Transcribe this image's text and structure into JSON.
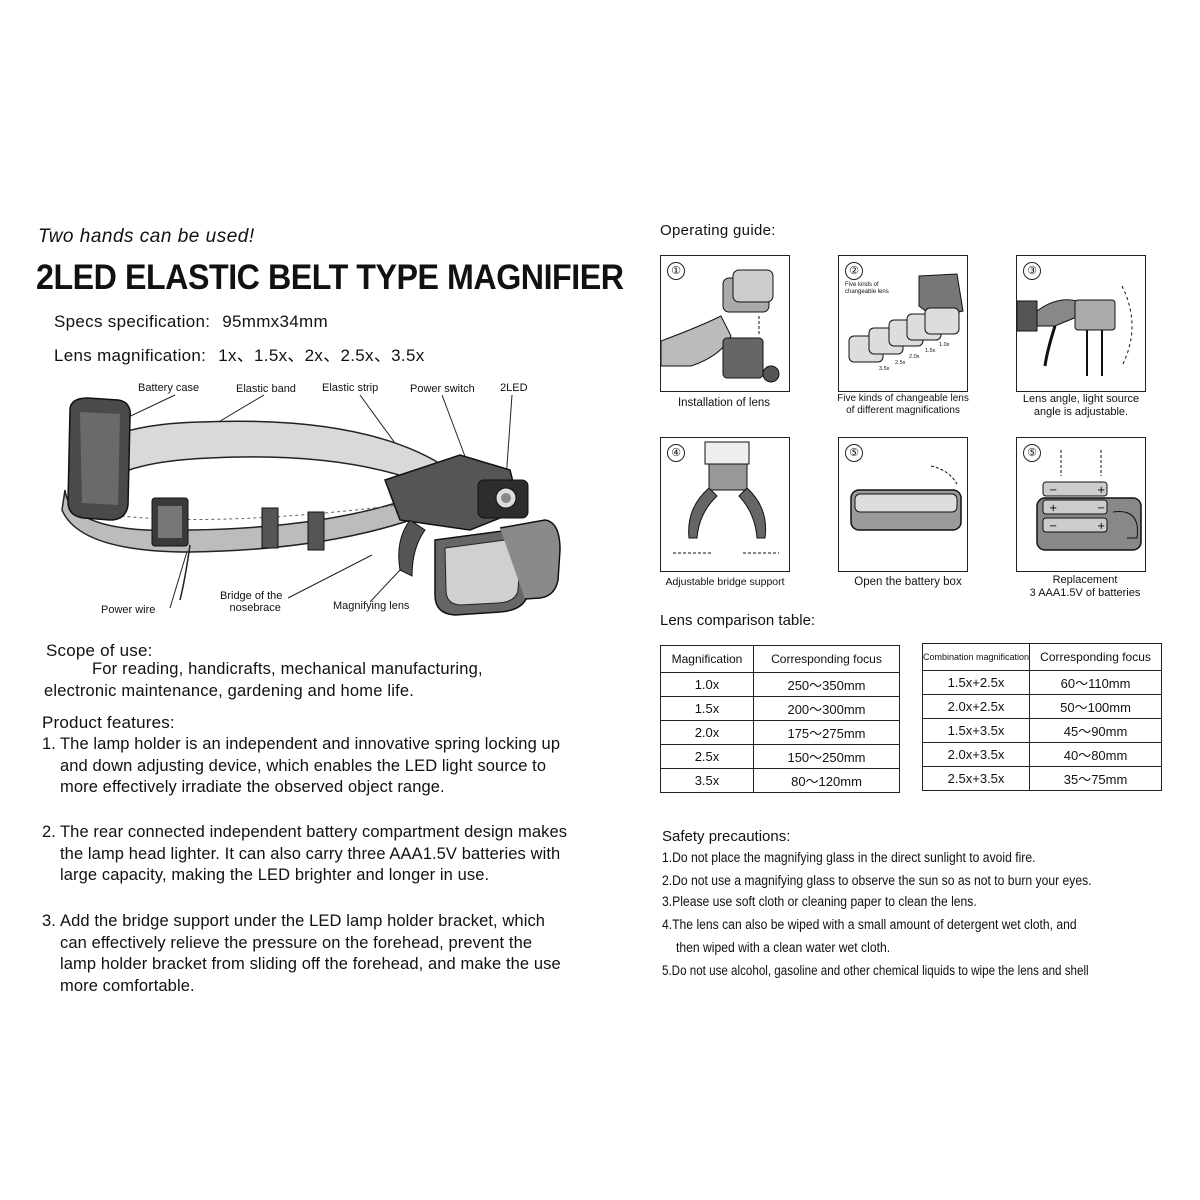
{
  "left": {
    "tagline": "Two hands can be used!",
    "title": "2LED ELASTIC BELT TYPE MAGNIFIER",
    "specs_label": "Specs specification:",
    "specs_value": "95mmx34mm",
    "lens_label": "Lens magnification:",
    "lens_value": "1x、1.5x、2x、2.5x、3.5x",
    "diagram_labels": {
      "battery_case": "Battery case",
      "elastic_band": "Elastic band",
      "elastic_strip": "Elastic strip",
      "power_switch": "Power switch",
      "led": "2LED",
      "power_wire": "Power wire",
      "bridge_line1": "Bridge of the",
      "bridge_line2": "nosebrace",
      "magnifying_lens": "Magnifying lens"
    },
    "scope_heading": "Scope of use:",
    "scope_line1": "For reading, handicrafts, mechanical manufacturing,",
    "scope_line2": "electronic maintenance, gardening and home life.",
    "features_heading": "Product features:",
    "features": [
      {
        "num": "1.",
        "text": "The lamp holder is an independent and innovative spring locking up and down adjusting device, which enables the LED light source to more effectively irradiate the observed object range."
      },
      {
        "num": "2.",
        "text": "The rear connected independent battery compartment design makes the lamp head lighter. It can also carry three AAA1.5V batteries with large capacity, making the LED brighter and longer in use."
      },
      {
        "num": "3.",
        "text": "Add the bridge support under the LED lamp holder bracket, which can effectively relieve the pressure on the forehead, prevent the lamp holder bracket from sliding off the forehead, and make the use more comfortable."
      }
    ]
  },
  "right": {
    "operating_heading": "Operating guide:",
    "panels": [
      {
        "num": "①",
        "caption": "Installation of lens",
        "caption2": ""
      },
      {
        "num": "②",
        "caption": "Five kinds of changeable lens",
        "caption2": "of different magnifications",
        "inner_label": "Five kinds of changeable lens"
      },
      {
        "num": "③",
        "caption": "Lens angle, light source",
        "caption2": "angle is adjustable."
      },
      {
        "num": "④",
        "caption": "Adjustable bridge support",
        "caption2": ""
      },
      {
        "num": "⑤",
        "caption": "Open the battery box",
        "caption2": ""
      },
      {
        "num": "⑤",
        "caption": "Replacement",
        "caption2": "3 AAA1.5V of batteries"
      }
    ],
    "lens_inner_marks": [
      "3.5x",
      "2.5x",
      "2.0x",
      "1.5x",
      "1.0x"
    ],
    "table_heading": "Lens comparison table:",
    "table1": {
      "headers": [
        "Magnification",
        "Corresponding focus"
      ],
      "rows": [
        [
          "1.0x",
          "250～350mm"
        ],
        [
          "1.5x",
          "200～300mm"
        ],
        [
          "2.0x",
          "175～275mm"
        ],
        [
          "2.5x",
          "150～250mm"
        ],
        [
          "3.5x",
          "80～120mm"
        ]
      ]
    },
    "table2": {
      "headers": [
        "Combination magnification",
        "Corresponding focus"
      ],
      "rows": [
        [
          "1.5x+2.5x",
          "60～110mm"
        ],
        [
          "2.0x+2.5x",
          "50～100mm"
        ],
        [
          "1.5x+3.5x",
          "45～90mm"
        ],
        [
          "2.0x+3.5x",
          "40～80mm"
        ],
        [
          "2.5x+3.5x",
          "35～75mm"
        ]
      ]
    },
    "safety_heading": "Safety precautions:",
    "safety": [
      "1.Do not place the magnifying glass in the direct sunlight to avoid fire.",
      "2.Do not use a magnifying glass to observe the sun so as not to burn your eyes.",
      "3.Please use soft cloth or cleaning paper to clean the lens.",
      "4.The lens can also be wiped with a small amount of detergent wet cloth, and",
      "   then wiped with a clean water wet cloth.",
      "5.Do not use alcohol, gasoline and other chemical liquids to wipe the lens and shell"
    ]
  }
}
